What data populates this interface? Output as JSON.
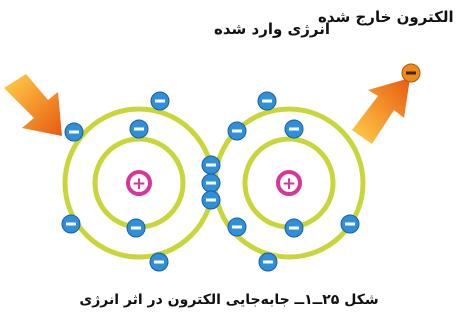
{
  "labels": {
    "energy_in": "انرژی وارد شده",
    "electron_out": "الکترون خارج شده",
    "caption": "شکل ۲۵ــ۱ــ جابه‌جایی الکترون در اثر انرژی"
  },
  "symbols": {
    "electron": "−",
    "proton": "+"
  },
  "colors": {
    "orbit": "#c8d63a",
    "electron": "#2f8fd8",
    "nucleus": "#d8359a",
    "arrow": "#f5a623",
    "ejected_electron": "#f08a1a"
  }
}
